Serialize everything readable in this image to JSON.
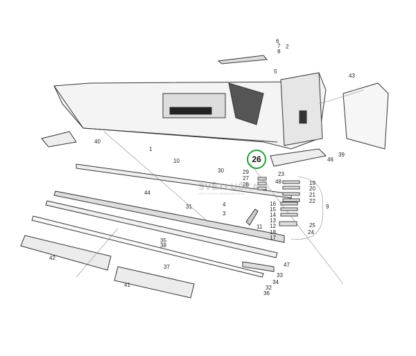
{
  "watermark": {
    "brand": "SVĚTLUŠKA",
    "tagline": "VAŠE CESTA K NÁHRADNÍM DÍLŮM"
  },
  "highlighted_part": "26",
  "labels": [
    "6",
    "7",
    "8",
    "2",
    "5",
    "43",
    "1",
    "40",
    "10",
    "30",
    "29",
    "23",
    "27",
    "28",
    "48",
    "19",
    "20",
    "21",
    "22",
    "46",
    "39",
    "44",
    "31",
    "4",
    "16",
    "15",
    "14",
    "13",
    "12",
    "9",
    "3",
    "11",
    "25",
    "24",
    "18",
    "17",
    "35",
    "38",
    "42",
    "47",
    "37",
    "33",
    "34",
    "41",
    "32",
    "36"
  ]
}
